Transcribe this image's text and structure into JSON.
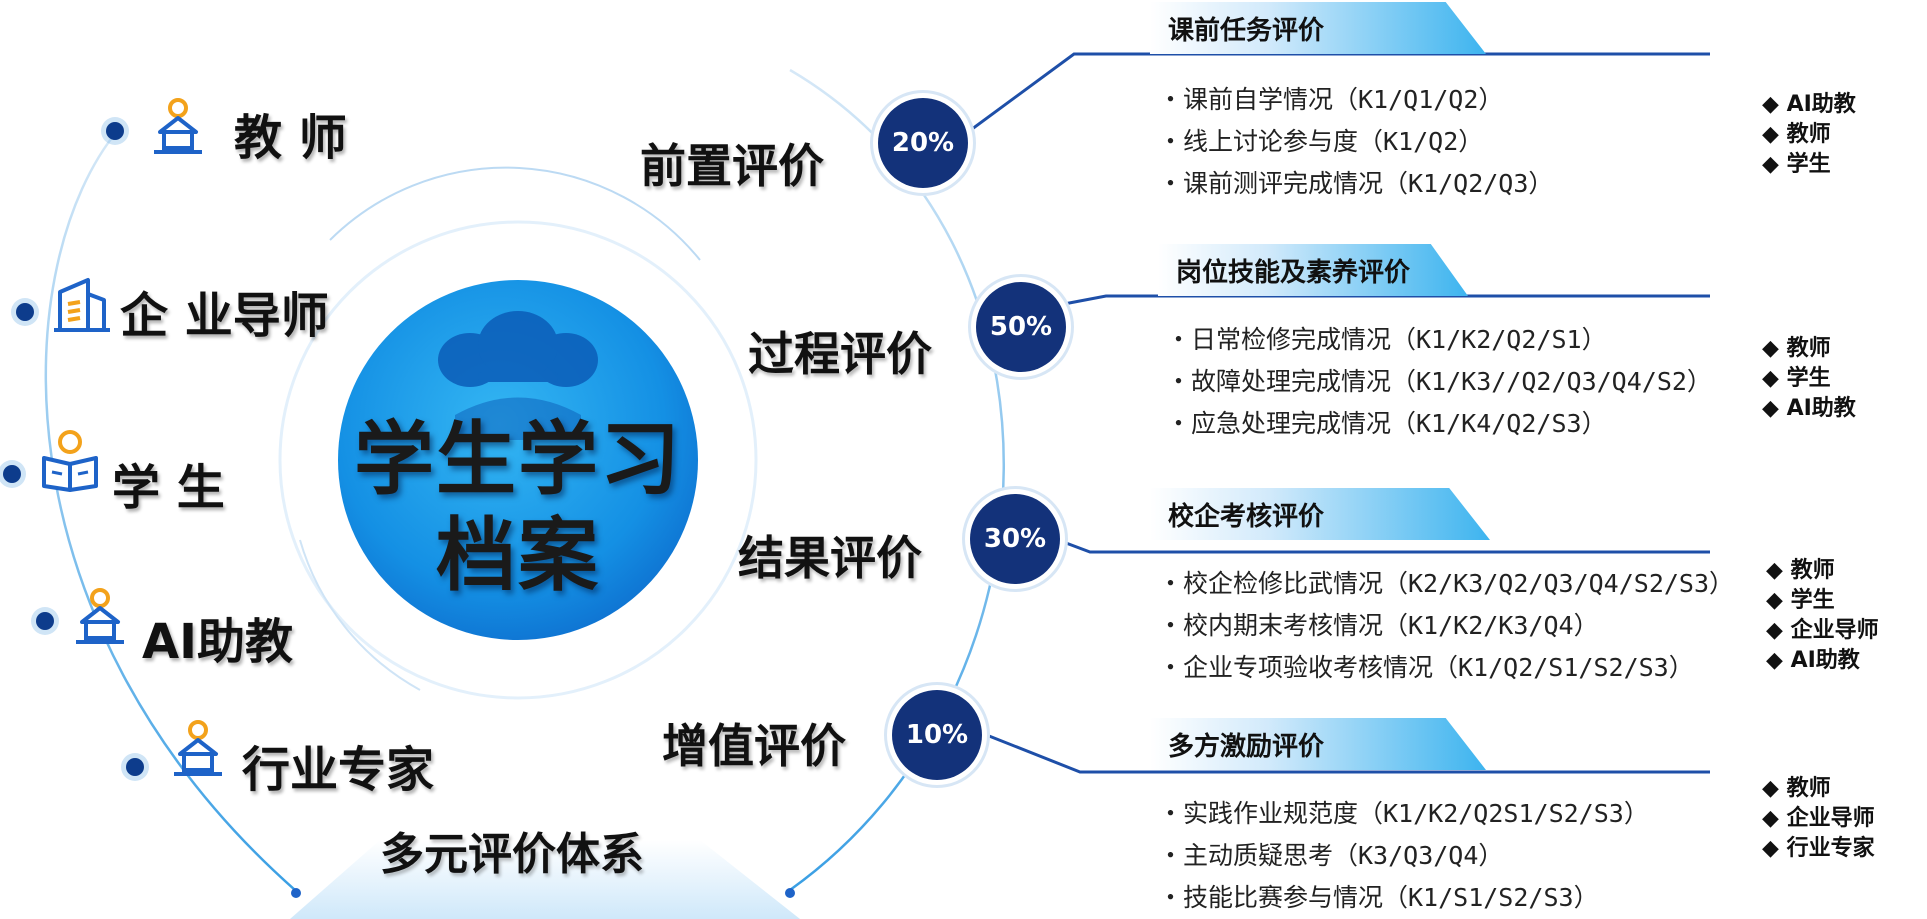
{
  "center": {
    "line1": "学生学习",
    "line2": "档案"
  },
  "system_title": "多元评价体系",
  "evaluators": [
    {
      "label": "教 师",
      "icon": "teacher-podium-icon"
    },
    {
      "label": "企 业导师",
      "icon": "enterprise-building-icon"
    },
    {
      "label": "学 生",
      "icon": "student-book-icon"
    },
    {
      "label": "AI助教",
      "icon": "ai-assistant-podium-icon"
    },
    {
      "label": "行业专家",
      "icon": "expert-podium-icon"
    }
  ],
  "evaluation_types": [
    {
      "label": "前置评价",
      "percent": "20%",
      "percent_value": 20,
      "header": "课前任务评价",
      "items": [
        "・课前自学情况（K1/Q1/Q2）",
        "・线上讨论参与度（K1/Q2）",
        "・课前测评完成情况（K1/Q2/Q3）"
      ],
      "participants": [
        "◆ AI助教",
        "◆ 教师",
        "◆ 学生"
      ]
    },
    {
      "label": "过程评价",
      "percent": "50%",
      "percent_value": 50,
      "header": "岗位技能及素养评价",
      "items": [
        "・日常检修完成情况（K1/K2/Q2/S1）",
        "・故障处理完成情况（K1/K3//Q2/Q3/Q4/S2）",
        "・应急处理完成情况（K1/K4/Q2/S3）"
      ],
      "participants": [
        "◆ 教师",
        "◆ 学生",
        "◆ AI助教"
      ]
    },
    {
      "label": "结果评价",
      "percent": "30%",
      "percent_value": 30,
      "header": "校企考核评价",
      "items": [
        "・校企检修比武情况（K2/K3/Q2/Q3/Q4/S2/S3）",
        "・校内期末考核情况（K1/K2/K3/Q4）",
        "・企业专项验收考核情况（K1/Q2/S1/S2/S3）"
      ],
      "participants": [
        "◆ 教师",
        "◆ 学生",
        "◆ 企业导师",
        "◆ AI助教"
      ]
    },
    {
      "label": "增值评价",
      "percent": "10%",
      "percent_value": 10,
      "header": "多方激励评价",
      "items": [
        "・实践作业规范度（K1/K2/Q2S1/S2/S3）",
        "・主动质疑思考（K3/Q3/Q4）",
        "・技能比赛参与情况（K1/S1/S2/S3）"
      ],
      "participants": [
        "◆ 教师",
        "◆ 企业导师",
        "◆ 行业专家"
      ]
    }
  ],
  "colors": {
    "navy": "#13327a",
    "accent": "#1e63c8",
    "center_blue": "#1692e6",
    "light_blue": "#3db4ef"
  }
}
